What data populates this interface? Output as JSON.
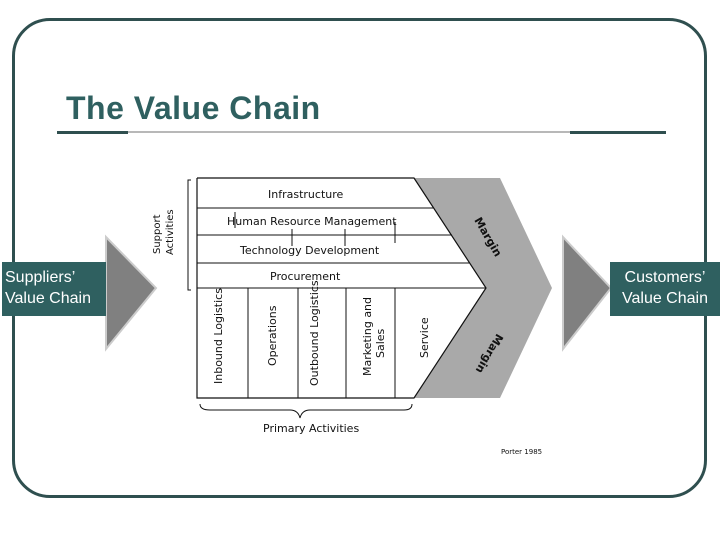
{
  "title": "The Value Chain",
  "left_box": {
    "line1": "Suppliers’",
    "line2": "Value Chain"
  },
  "right_box": {
    "line1": "Customers’",
    "line2": "Value Chain"
  },
  "support_label": {
    "line1": "Support",
    "line2": "Activities"
  },
  "support_activities": [
    "Infrastructure",
    "Human Resource Management",
    "Technology Development",
    "Procurement"
  ],
  "primary_activities": {
    "inbound": "Inbound Logistics",
    "operations": "Operations",
    "outbound": "Outbound Logistics",
    "marketing_line1": "Marketing and",
    "marketing_line2": "Sales",
    "service": "Service"
  },
  "margin_label": "Margin",
  "primary_label": "Primary Activities",
  "citation": "Porter 1985",
  "colors": {
    "accent": "#2f6060",
    "frame": "#2f4f4f",
    "margin_fill": "#a9a9a9",
    "side_arrow": "#808080"
  }
}
